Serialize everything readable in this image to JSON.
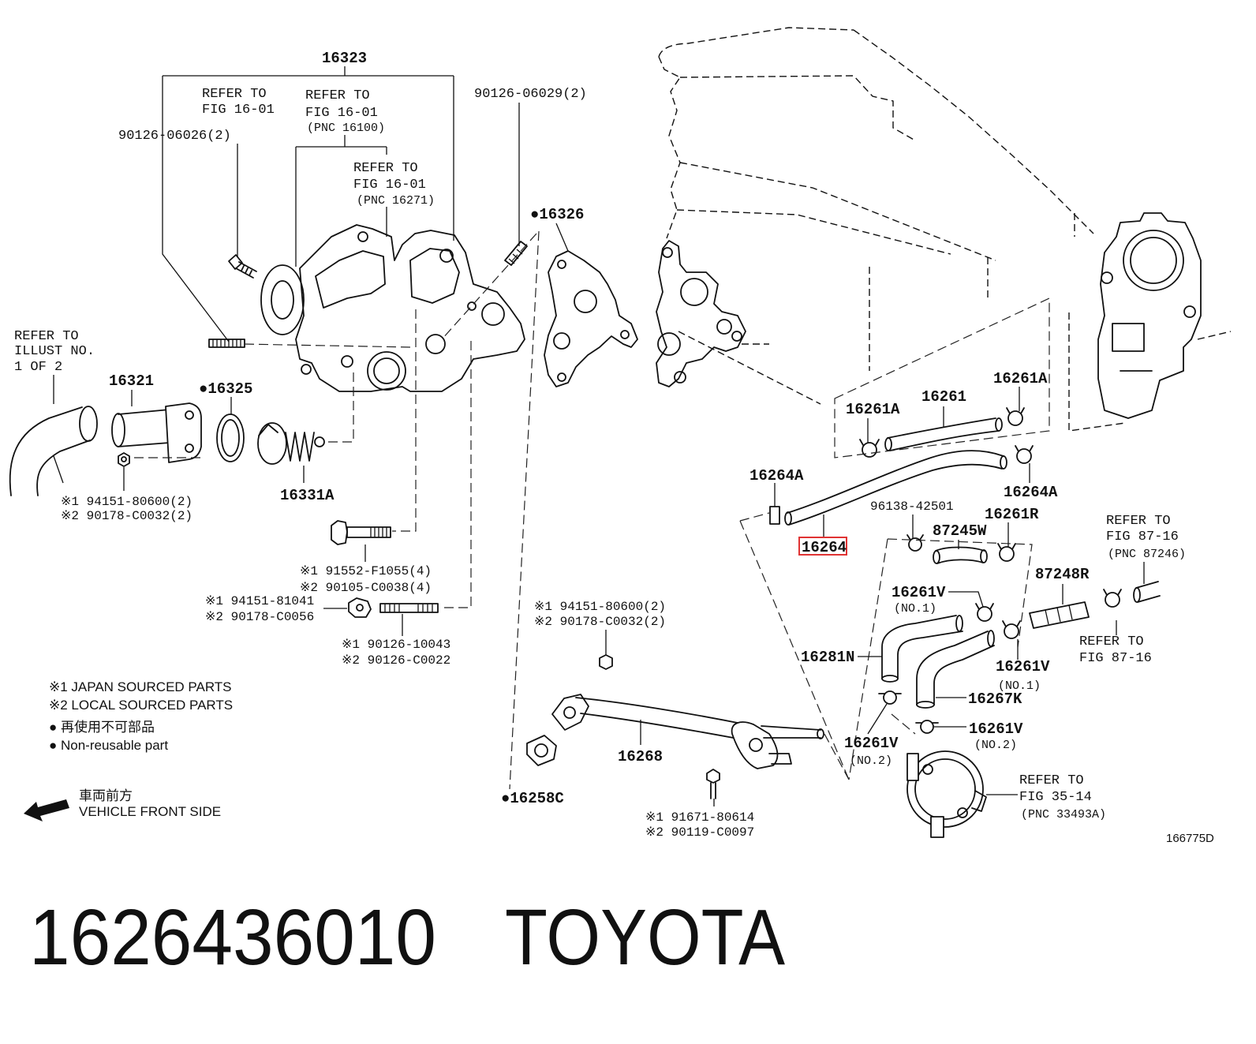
{
  "diagram": {
    "figure_code": "166775D",
    "highlight_color": "#e03333",
    "callouts": {
      "p16323": "16323",
      "ref_a": {
        "l1": "REFER TO",
        "l2": "FIG 16-01"
      },
      "ref_b": {
        "l1": "REFER TO",
        "l2": "FIG 16-01",
        "l3": "(PNC 16100)"
      },
      "bolt_90126_06029": "90126-06029(2)",
      "bolt_90126_06026": "90126-06026(2)",
      "ref_c": {
        "l1": "REFER TO",
        "l2": "FIG 16-01",
        "l3": "(PNC 16271)"
      },
      "p16326": "●16326",
      "ref_d": {
        "l1": "REFER TO",
        "l2": "ILLUST NO.",
        "l3": "1 OF 2"
      },
      "p16321": "16321",
      "p16325": "●16325",
      "p16331a": "16331A",
      "nut_a": {
        "l1": "※1 94151-80600(2)",
        "l2": "※2 90178-C0032(2)"
      },
      "bolt_b": {
        "l1": "※1 91552-F1055(4)",
        "l2": "※2 90105-C0038(4)"
      },
      "nut_c": {
        "l1": "※1 94151-81041",
        "l2": "※2 90178-C0056"
      },
      "stud_d": {
        "l1": "※1 90126-10043",
        "l2": "※2 90126-C0022"
      },
      "nut_e": {
        "l1": "※1 94151-80600(2)",
        "l2": "※2 90178-C0032(2)"
      },
      "p16268": "16268",
      "p16258c": "●16258C",
      "bolt_f": {
        "l1": "※1 91671-80614",
        "l2": "※2 90119-C0097"
      },
      "p16261a_left": "16261A",
      "p16261": "16261",
      "p16261a_right": "16261A",
      "p16264a_left": "16264A",
      "p16264a_right": "16264A",
      "clip_96138": "96138-42501",
      "p16261r": "16261R",
      "p87245w": "87245W",
      "p16264": "16264",
      "ref_e": {
        "l1": "REFER TO",
        "l2": "FIG 87-16",
        "l3": "(PNC 87246)"
      },
      "p87248r": "87248R",
      "p16261v_1a": {
        "num": "16261V",
        "sub": "(NO.1)"
      },
      "ref_f": {
        "l1": "REFER TO",
        "l2": "FIG 87-16"
      },
      "p16281n": "16281N",
      "p16261v_1b": {
        "num": "16261V",
        "sub": "(NO.1)"
      },
      "p16267k": "16267K",
      "p16261v_2a": {
        "num": "16261V",
        "sub": "(NO.2)"
      },
      "p16261v_2b": {
        "num": "16261V",
        "sub": "(NO.2)"
      },
      "ref_g": {
        "l1": "REFER TO",
        "l2": "FIG 35-14",
        "l3": "(PNC 33493A)"
      }
    }
  },
  "legend": {
    "japan": "※1 JAPAN SOURCED PARTS",
    "local": "※2 LOCAL SOURCED PARTS",
    "nonreuse_jp": "● 再使用不可部品",
    "nonreuse_en": "● Non-reusable part"
  },
  "direction": {
    "jp": "車両前方",
    "en": "VEHICLE FRONT SIDE"
  },
  "footer": {
    "part_number": "1626436010",
    "brand": "TOYOTA"
  }
}
